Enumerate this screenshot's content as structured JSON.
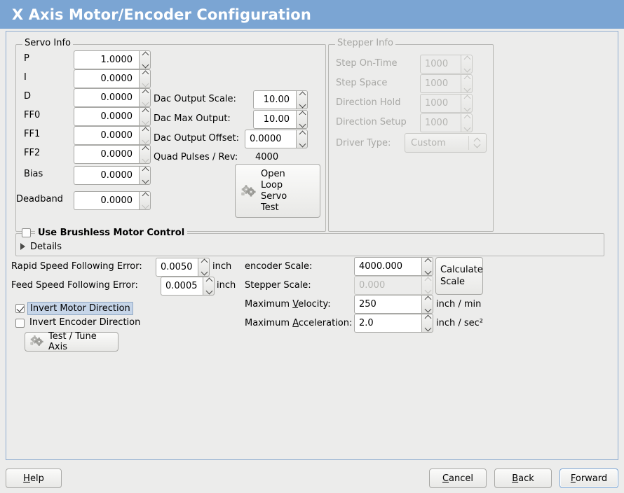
{
  "window": {
    "title": "X Axis Motor/Encoder Configuration",
    "title_bg": "#7ba5d3",
    "title_fg": "#ffffff",
    "bg": "#ececeb"
  },
  "servo_info": {
    "legend": "Servo Info",
    "fields": [
      {
        "label": "P",
        "value": "1.0000"
      },
      {
        "label": "I",
        "value": "0.0000"
      },
      {
        "label": "D",
        "value": "0.0000"
      },
      {
        "label": "FF0",
        "value": "0.0000"
      },
      {
        "label": "FF1",
        "value": "0.0000"
      },
      {
        "label": "FF2",
        "value": "0.0000"
      },
      {
        "label": "Bias",
        "value": "0.0000"
      },
      {
        "label": "Deadband",
        "value": "0.0000"
      }
    ],
    "dac": [
      {
        "label": "Dac Output Scale:",
        "value": "10.00"
      },
      {
        "label": "Dac Max Output:",
        "value": "10.00"
      },
      {
        "label": "Dac Output Offset:",
        "value": "0.0000"
      }
    ],
    "quad_pulses_label": "Quad Pulses / Rev:",
    "quad_pulses_value": "4000",
    "open_loop_button": "Open\nLoop\nServo\nTest",
    "open_loop_button_lines": [
      "Open",
      "Loop",
      "Servo",
      "Test"
    ]
  },
  "stepper_info": {
    "legend": "Stepper Info",
    "disabled": true,
    "fields": [
      {
        "label": "Step On-Time",
        "value": "1000"
      },
      {
        "label": "Step Space",
        "value": "1000"
      },
      {
        "label": "Direction Hold",
        "value": "1000"
      },
      {
        "label": "Direction Setup",
        "value": "1000"
      }
    ],
    "driver_type_label": "Driver Type:",
    "driver_type_value": "Custom"
  },
  "brushless": {
    "checkbox_label": "Use Brushless Motor Control",
    "checked": false,
    "details_label": "Details",
    "details_expanded": false
  },
  "tuning": {
    "rapid_following_error": {
      "label": "Rapid Speed Following Error:",
      "value": "0.0050",
      "unit": "inch"
    },
    "feed_following_error": {
      "label": "Feed Speed Following Error:",
      "value": "0.0005",
      "unit": "inch"
    },
    "invert_motor": {
      "label": "Invert Motor Direction",
      "checked": true,
      "focused": true
    },
    "invert_encoder": {
      "label": "Invert Encoder Direction",
      "checked": false,
      "focused": false
    },
    "test_tune_button": "Test / Tune Axis"
  },
  "scale": {
    "encoder_scale": {
      "label": "encoder Scale:",
      "value": "4000.000",
      "disabled": false
    },
    "stepper_scale": {
      "label": "Stepper Scale:",
      "value": "0.000",
      "disabled": true
    },
    "max_velocity": {
      "label": "Maximum Velocity:",
      "value": "250",
      "unit": "inch / min",
      "mnemonic": "V"
    },
    "max_accel": {
      "label": "Maximum Acceleration:",
      "value": "2.0",
      "unit": "inch / sec²",
      "mnemonic": "A"
    },
    "calculate_button_lines": [
      "Calculate",
      "Scale"
    ]
  },
  "actions": {
    "help": {
      "label": "Help",
      "mnemonic": "H"
    },
    "cancel": {
      "label": "Cancel",
      "mnemonic": "C"
    },
    "back": {
      "label": "Back",
      "mnemonic": "B"
    },
    "forward": {
      "label": "Forward",
      "mnemonic": "F",
      "focused": true
    }
  },
  "icons": {
    "gear": "gear-icon",
    "expander": "triangle-right-icon",
    "spin_up": "chevron-up-icon",
    "spin_down": "chevron-down-icon"
  }
}
